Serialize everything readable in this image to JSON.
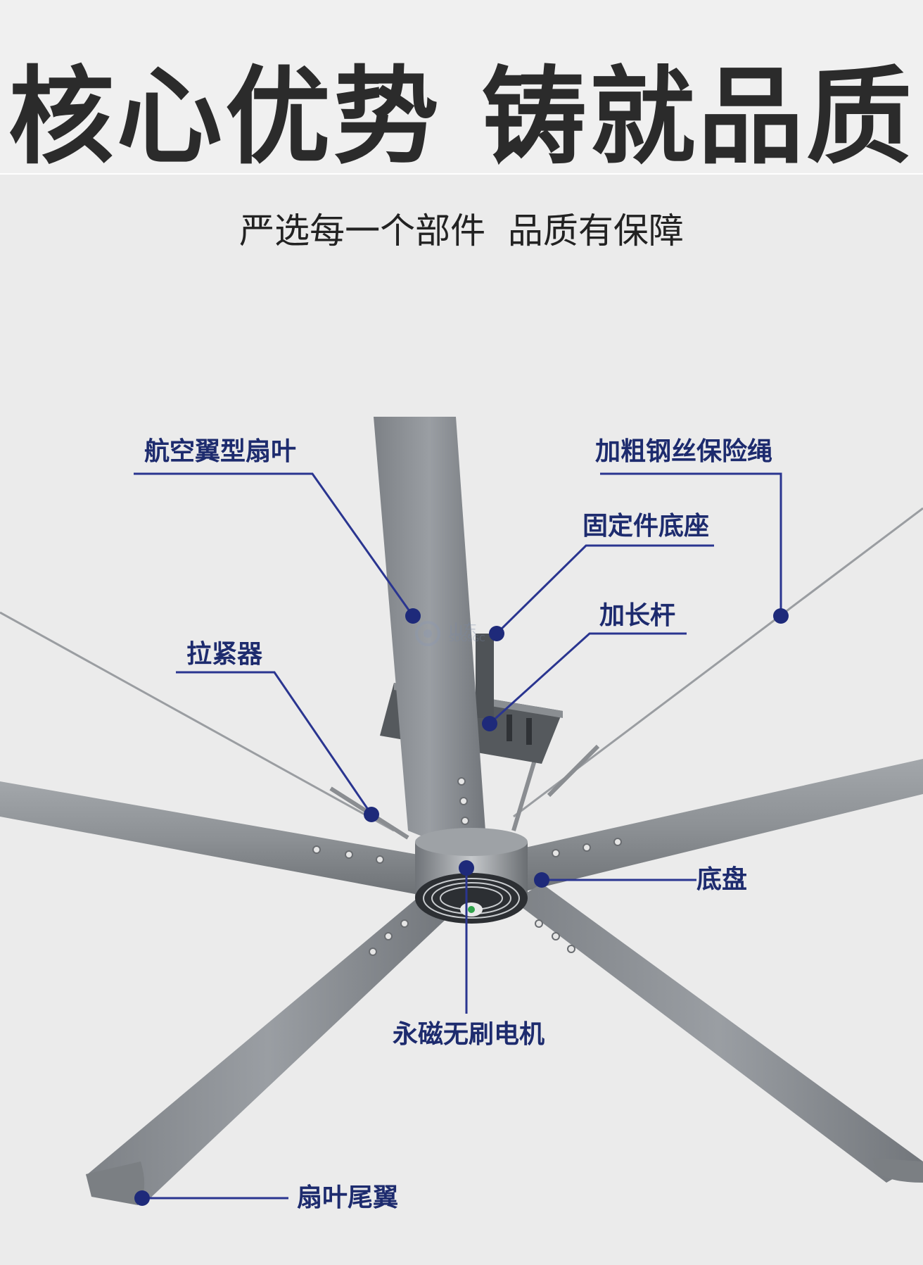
{
  "header": {
    "headline": "核心优势  铸就品质",
    "subtitle": "严选每一个部件  品质有保障"
  },
  "colors": {
    "label": "#1d2b6e",
    "dot": "#1e2a7a",
    "leader_line": "#2a3590",
    "blade": "#8e9296",
    "background": "#ebebeb"
  },
  "labels": {
    "airfoil_blade": "航空翼型扇叶",
    "safety_cable": "加粗钢丝保险绳",
    "mount_base": "固定件底座",
    "extension_rod": "加长杆",
    "tensioner": "拉紧器",
    "chassis": "底盘",
    "pm_brushless_motor": "永磁无刷电机",
    "blade_tail_wing": "扇叶尾翼"
  },
  "watermark": {
    "icon": "logo-icon",
    "line1": "山东",
    "line2": "SDGSGC"
  }
}
